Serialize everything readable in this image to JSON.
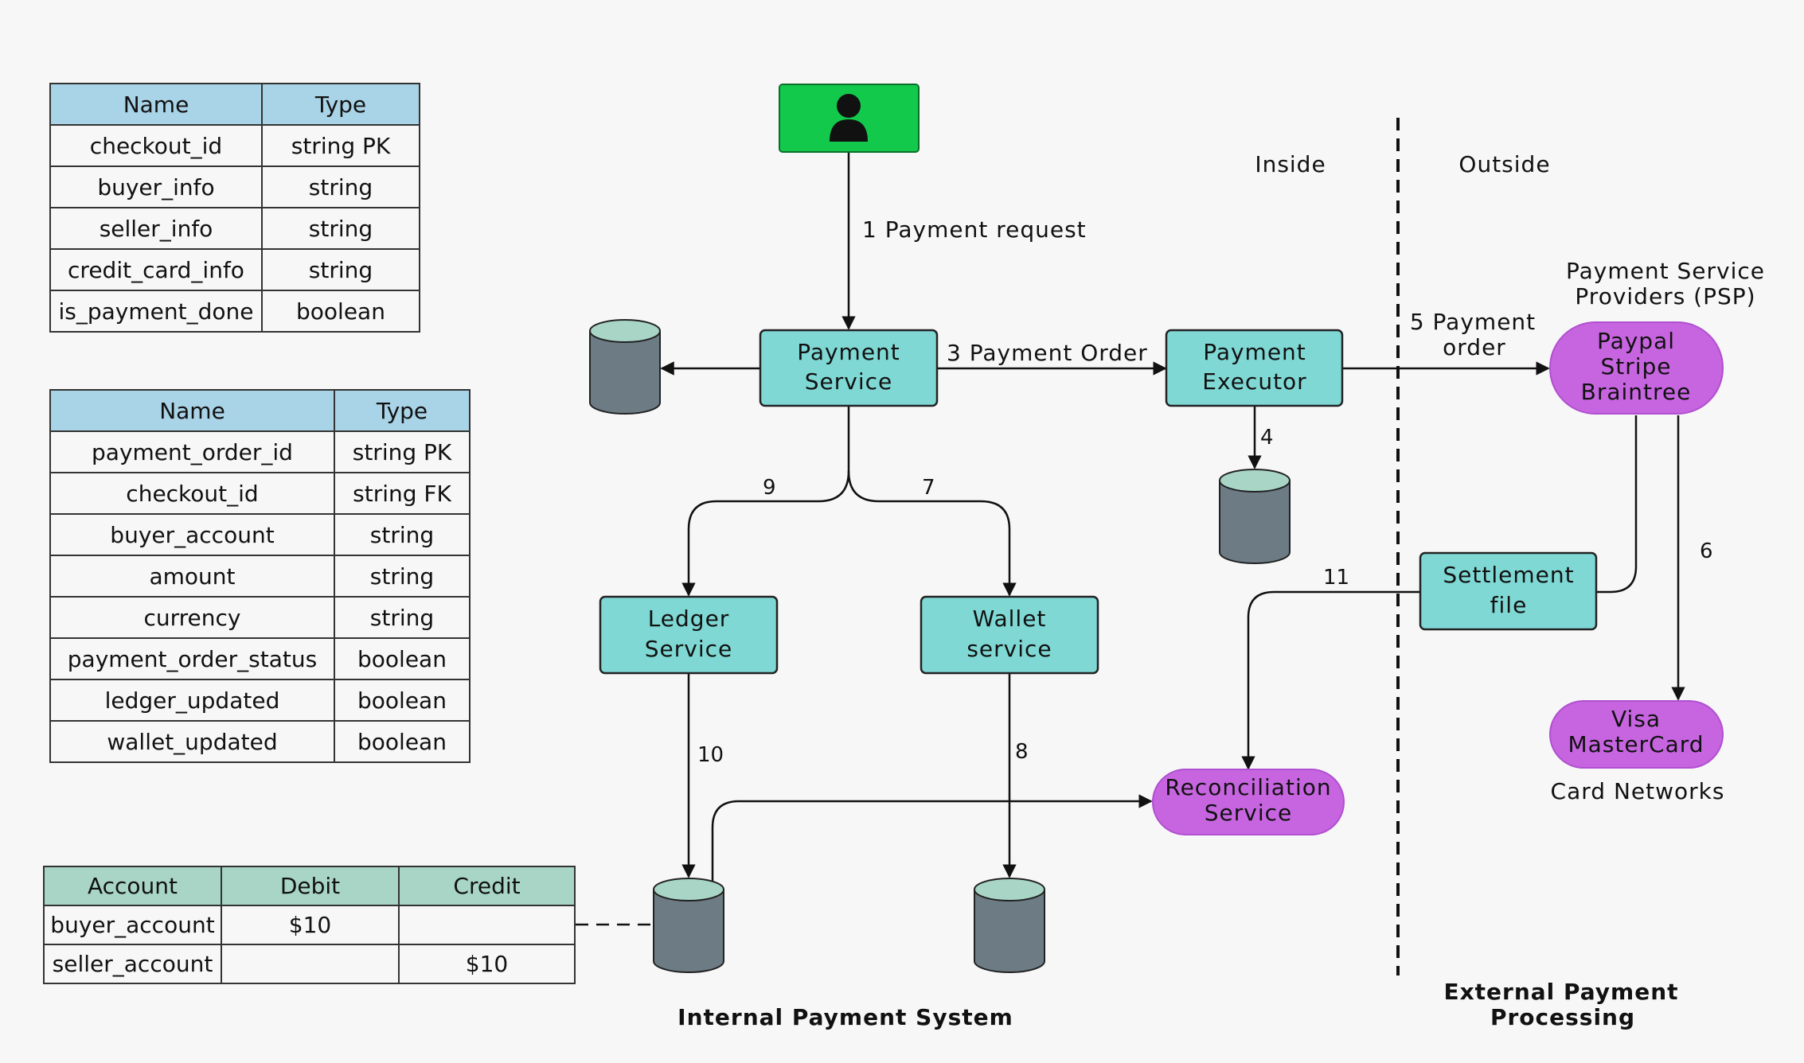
{
  "checkout_table": {
    "headers": [
      "Name",
      "Type"
    ],
    "rows": [
      [
        "checkout_id",
        "string PK"
      ],
      [
        "buyer_info",
        "string"
      ],
      [
        "seller_info",
        "string"
      ],
      [
        "credit_card_info",
        "string"
      ],
      [
        "is_payment_done",
        "boolean"
      ]
    ]
  },
  "payment_order_table": {
    "headers": [
      "Name",
      "Type"
    ],
    "rows": [
      [
        "payment_order_id",
        "string PK"
      ],
      [
        "checkout_id",
        "string FK"
      ],
      [
        "buyer_account",
        "string"
      ],
      [
        "amount",
        "string"
      ],
      [
        "currency",
        "string"
      ],
      [
        "payment_order_status",
        "boolean"
      ],
      [
        "ledger_updated",
        "boolean"
      ],
      [
        "wallet_updated",
        "boolean"
      ]
    ]
  },
  "ledger_table": {
    "headers": [
      "Account",
      "Debit",
      "Credit"
    ],
    "rows": [
      [
        "buyer_account",
        "$10",
        ""
      ],
      [
        "seller_account",
        "",
        "$10"
      ]
    ]
  },
  "nodes": {
    "payment_service": [
      "Payment",
      "Service"
    ],
    "payment_executor": [
      "Payment",
      "Executor"
    ],
    "ledger_service": [
      "Ledger",
      "Service"
    ],
    "wallet_service": [
      "Wallet",
      "service"
    ],
    "settlement_file": [
      "Settlement",
      "file"
    ],
    "psp": [
      "Paypal",
      "Stripe",
      "Braintree"
    ],
    "card_networks": [
      "Visa",
      "MasterCard"
    ],
    "reconciliation": [
      "Reconciliation",
      "Service"
    ]
  },
  "edge_labels": {
    "payment_request": "1 Payment request",
    "payment_order": "3 Payment Order",
    "to_psp": [
      "5 Payment",
      "order"
    ],
    "step4": "4",
    "step6": "6",
    "step7": "7",
    "step8": "8",
    "step9": "9",
    "step10": "10",
    "step11": "11"
  },
  "region_labels": {
    "inside": "Inside",
    "outside": "Outside",
    "psp_caption": [
      "Payment Service",
      "Providers (PSP)"
    ],
    "card_networks_caption": "Card Networks",
    "internal": "Internal Payment System",
    "external": [
      "External Payment",
      "Processing"
    ]
  },
  "colors": {
    "service_box": "#7fd8d4",
    "external_pill": "#c765e0",
    "user_box": "#12c94b",
    "database": "#6c7b84",
    "database_top": "#a8d5c6"
  },
  "icons": {
    "user": "user-icon",
    "database": "database-icon"
  }
}
